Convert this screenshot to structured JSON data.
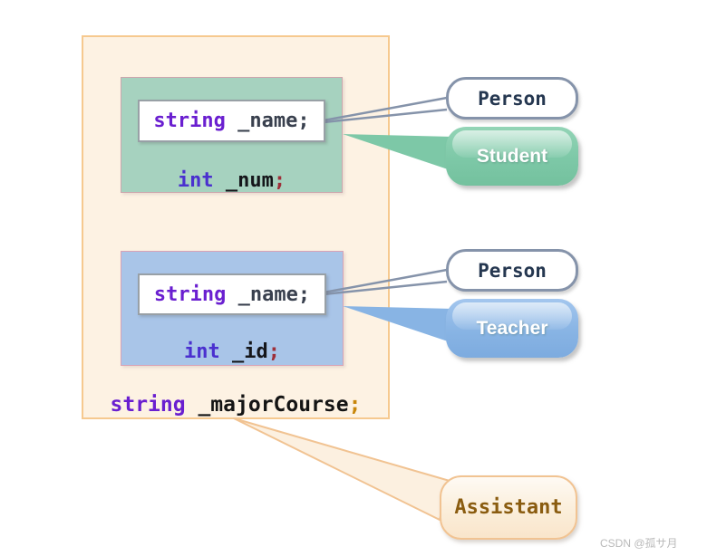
{
  "watermark": {
    "text": "CSDN @孤サ月",
    "color": "#b9b9b9"
  },
  "assistant_class": {
    "majorcourse_tokens": [
      {
        "text": "string",
        "color": "#6a1fd0"
      },
      {
        "text": " _majorCourse",
        "color": "#141414"
      },
      {
        "text": ";",
        "color": "#c8860a"
      }
    ]
  },
  "student_member": {
    "name_tokens": [
      {
        "text": "string",
        "color": "#6a1fd0"
      },
      {
        "text": " _name",
        "color": "#39404e"
      },
      {
        "text": ";",
        "color": "#39404e"
      }
    ],
    "num_tokens": [
      {
        "text": "int",
        "color": "#4a30cf"
      },
      {
        "text": " _num",
        "color": "#15161a"
      },
      {
        "text": ";",
        "color": "#9e2f39"
      }
    ]
  },
  "teacher_member": {
    "name_tokens": [
      {
        "text": "string",
        "color": "#6a1fd0"
      },
      {
        "text": " _name",
        "color": "#39404e"
      },
      {
        "text": ";",
        "color": "#39404e"
      }
    ],
    "id_tokens": [
      {
        "text": "int",
        "color": "#4a30cf"
      },
      {
        "text": " _id",
        "color": "#15161a"
      },
      {
        "text": ";",
        "color": "#9e2f39"
      }
    ]
  },
  "bubbles": {
    "person_student": {
      "label": "Person"
    },
    "student": {
      "label": "Student"
    },
    "person_teacher": {
      "label": "Person"
    },
    "teacher": {
      "label": "Teacher"
    },
    "assistant": {
      "label": "Assistant"
    }
  },
  "colors": {
    "outer_fill": "#fdf2e3",
    "outer_border": "#f6c98f",
    "student_box_fill": "#a6d2bf",
    "student_box_border": "#cba6ad",
    "teacher_box_fill": "#a9c5e8",
    "teacher_box_border": "#d9a2b5",
    "person_bubble_border": "#8593aa",
    "person_bubble_text": "#253750",
    "student_bubble_fill": "#7dc8a7",
    "teacher_bubble_fill": "#88b4e4",
    "assistant_bubble_border": "#f1c392",
    "assistant_bubble_text": "#8a5c10",
    "connector_gray": "#8593aa",
    "connector_green": "#7dc8a7",
    "connector_blue": "#88b4e4",
    "connector_orange_stroke": "#f1c392",
    "connector_orange_fill": "#fcf0e0"
  }
}
